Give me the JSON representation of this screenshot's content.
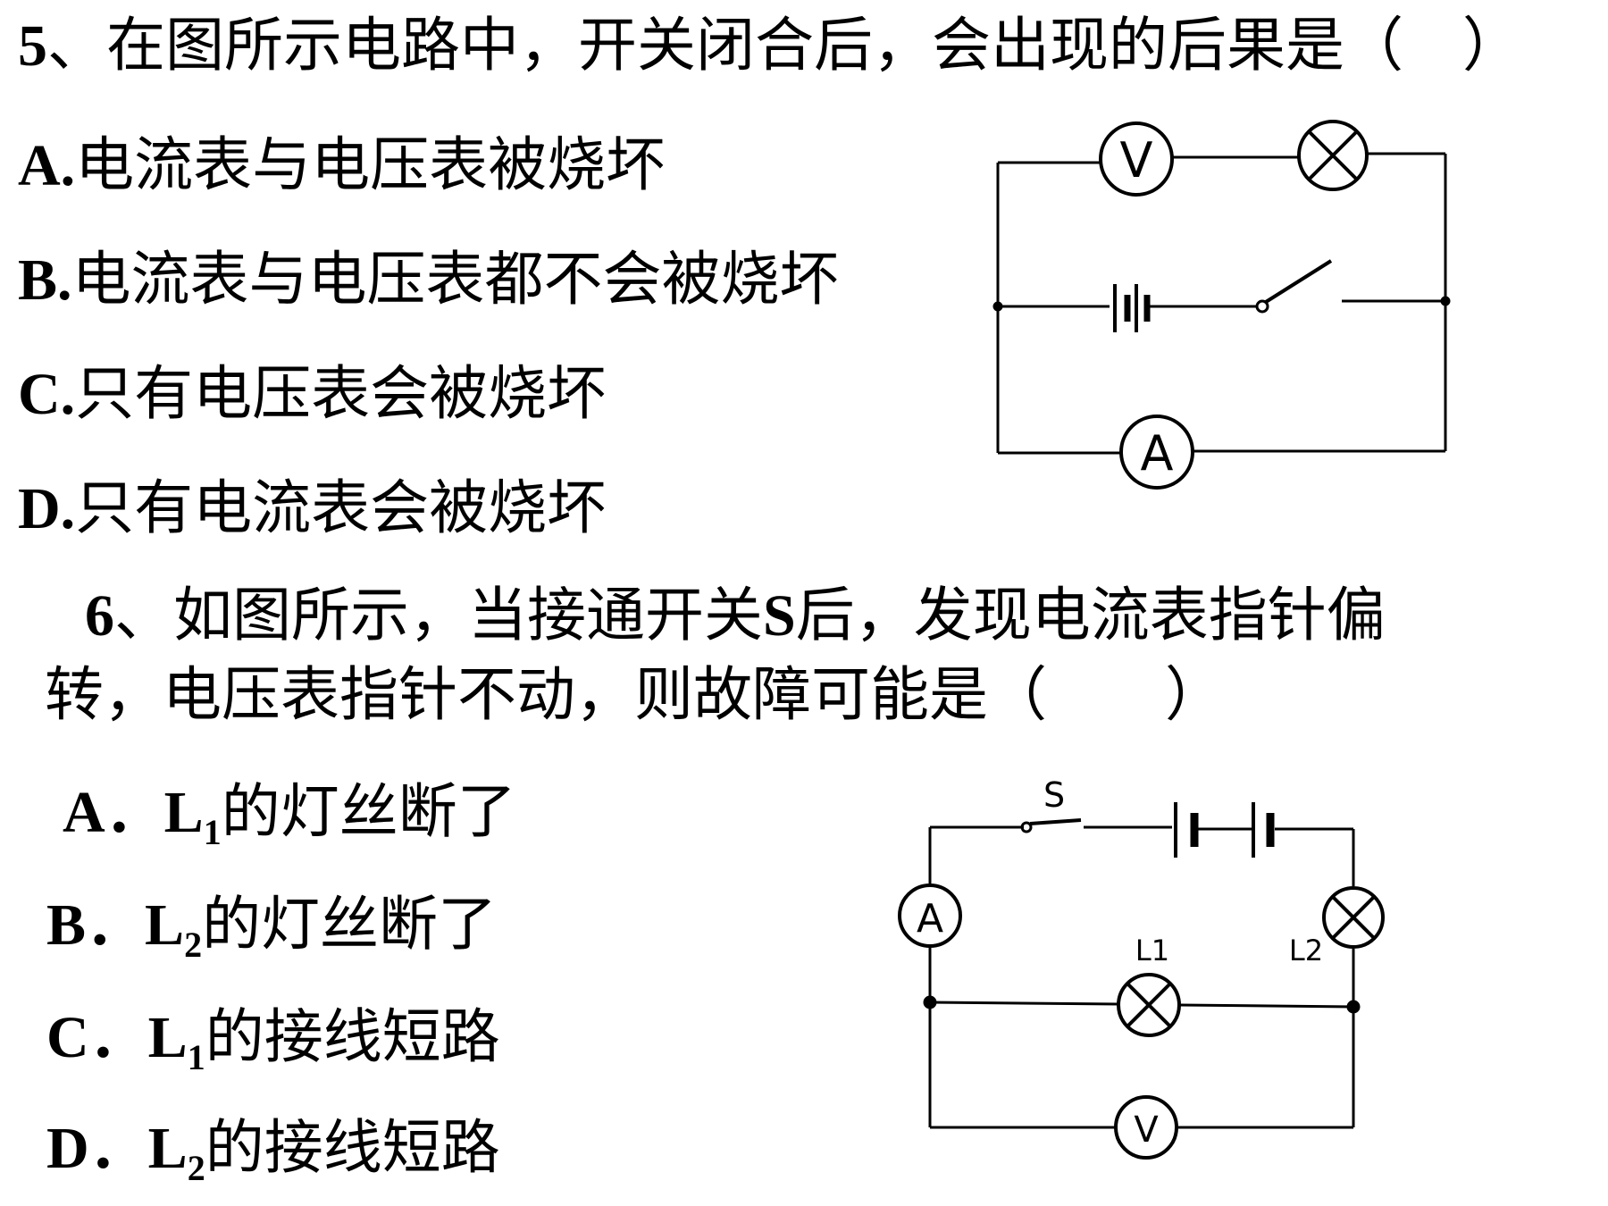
{
  "q5": {
    "number": "5",
    "stem": "、在图所示电路中，开关闭合后，会出现的后果是（　）",
    "options": [
      {
        "label": "A.",
        "text": "电流表与电压表被烧坏"
      },
      {
        "label": "B.",
        "text": "电流表与电压表都不会被烧坏"
      },
      {
        "label": "C.",
        "text": "只有电压表会被烧坏"
      },
      {
        "label": "D.",
        "text": "只有电流表会被烧坏"
      }
    ],
    "circuit": {
      "voltmeter": "V",
      "ammeter": "A"
    }
  },
  "q6": {
    "number": "6",
    "stem_line1_a": "、如图所示，当接通开关",
    "stem_switch": "S",
    "stem_line1_b": "后，发现电流表指针偏",
    "stem_line2": "转，电压表指针不动，则故障可能是（　　）",
    "options": [
      {
        "label": "A．",
        "lamp": "L",
        "sub": "1",
        "text": "的灯丝断了"
      },
      {
        "label": "B．",
        "lamp": "L",
        "sub": "2",
        "text": "的灯丝断了"
      },
      {
        "label": "C．",
        "lamp": "L",
        "sub": "1",
        "text": "的接线短路"
      },
      {
        "label": "D．",
        "lamp": "L",
        "sub": "2",
        "text": "的接线短路"
      }
    ],
    "circuit": {
      "switch": "S",
      "ammeter": "A",
      "voltmeter": "V",
      "lamp1": "L1",
      "lamp2": "L2"
    }
  }
}
